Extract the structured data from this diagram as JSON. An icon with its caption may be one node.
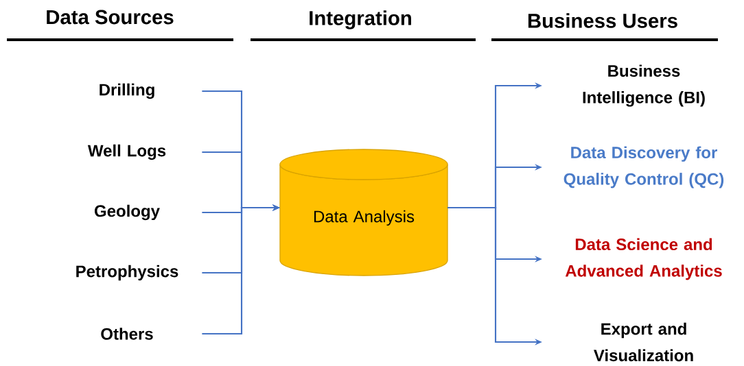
{
  "diagram": {
    "nodes": [
      {
        "text": [
          "Drilling"
        ]
      },
      {
        "text": [
          "Well Logs"
        ]
      },
      {
        "text": [
          "Geology"
        ]
      },
      {
        "text": [
          "Petrophysics"
        ]
      },
      {
        "text": [
          "Others"
        ]
      },
      {
        "text": [
          "Data Analysis"
        ]
      },
      {
        "text": [
          "Business Intelligence (BI)"
        ]
      },
      {
        "text": [
          "Data Discovery for Quality Control (QC)"
        ]
      },
      {
        "text": [
          "Data Science and Advanced Analytics"
        ]
      },
      {
        "text": [
          "Export and Visualization"
        ]
      }
    ],
    "edges": [
      {
        "from": 0,
        "to": 5,
        "arrow": "to"
      },
      {
        "from": 1,
        "to": 5,
        "arrow": "to"
      },
      {
        "from": 2,
        "to": 5,
        "arrow": "to"
      },
      {
        "from": 3,
        "to": 5,
        "arrow": "to"
      },
      {
        "from": 4,
        "to": 5,
        "arrow": "to"
      },
      {
        "from": 5,
        "to": 6,
        "arrow": "to"
      },
      {
        "from": 5,
        "to": 7,
        "arrow": "to"
      },
      {
        "from": 5,
        "to": 8,
        "arrow": "to"
      },
      {
        "from": 5,
        "to": 9,
        "arrow": "to"
      }
    ],
    "labels": [
      "Data Sources",
      "Integration",
      "Business Users"
    ]
  }
}
